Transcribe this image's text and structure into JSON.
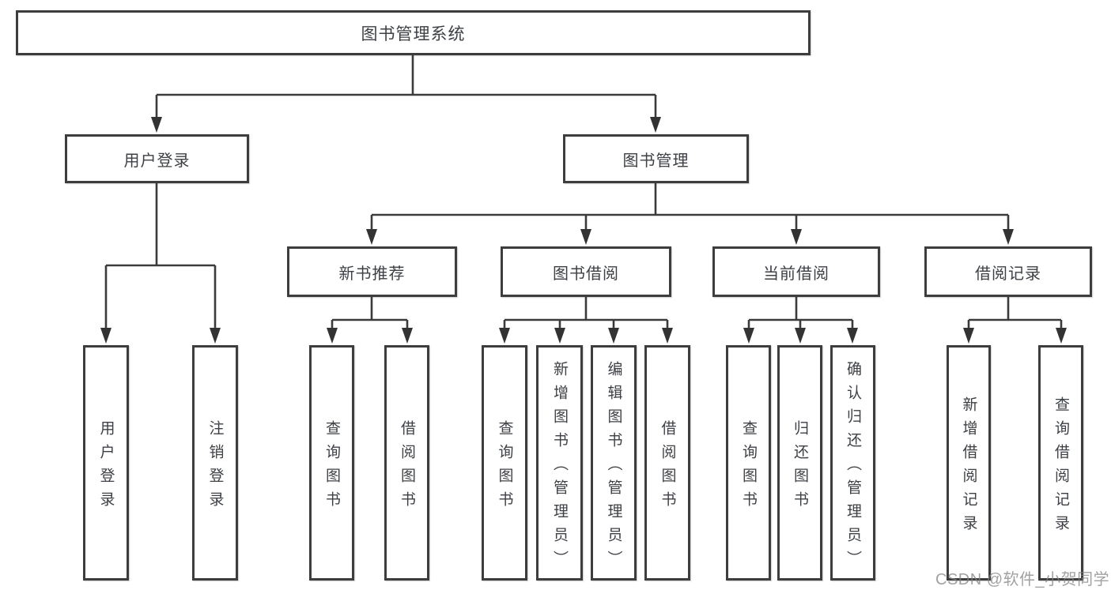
{
  "diagram": {
    "root": {
      "label": "图书管理系统"
    },
    "branches": [
      {
        "label": "用户登录",
        "children": [
          {
            "label": "用户登录"
          },
          {
            "label": "注销登录"
          }
        ]
      },
      {
        "label": "图书管理",
        "children": [
          {
            "label": "新书推荐",
            "children": [
              {
                "label": "查询图书"
              },
              {
                "label": "借阅图书"
              }
            ]
          },
          {
            "label": "图书借阅",
            "children": [
              {
                "label": "查询图书"
              },
              {
                "label": "新增图书（管理员）"
              },
              {
                "label": "编辑图书（管理员）"
              },
              {
                "label": "借阅图书"
              }
            ]
          },
          {
            "label": "当前借阅",
            "children": [
              {
                "label": "查询图书"
              },
              {
                "label": "归还图书"
              },
              {
                "label": "确认归还（管理员）"
              }
            ]
          },
          {
            "label": "借阅记录",
            "children": [
              {
                "label": "新增借阅记录"
              },
              {
                "label": "查询借阅记录"
              }
            ]
          }
        ]
      }
    ],
    "colors": {
      "line": "#3b3b3b",
      "box_border": "#3d3d3d",
      "text": "#3d4045",
      "background": "#ffffff",
      "watermark": "#9a9a9a"
    }
  },
  "watermark": {
    "text": "CSDN @软件_小贺同学"
  }
}
